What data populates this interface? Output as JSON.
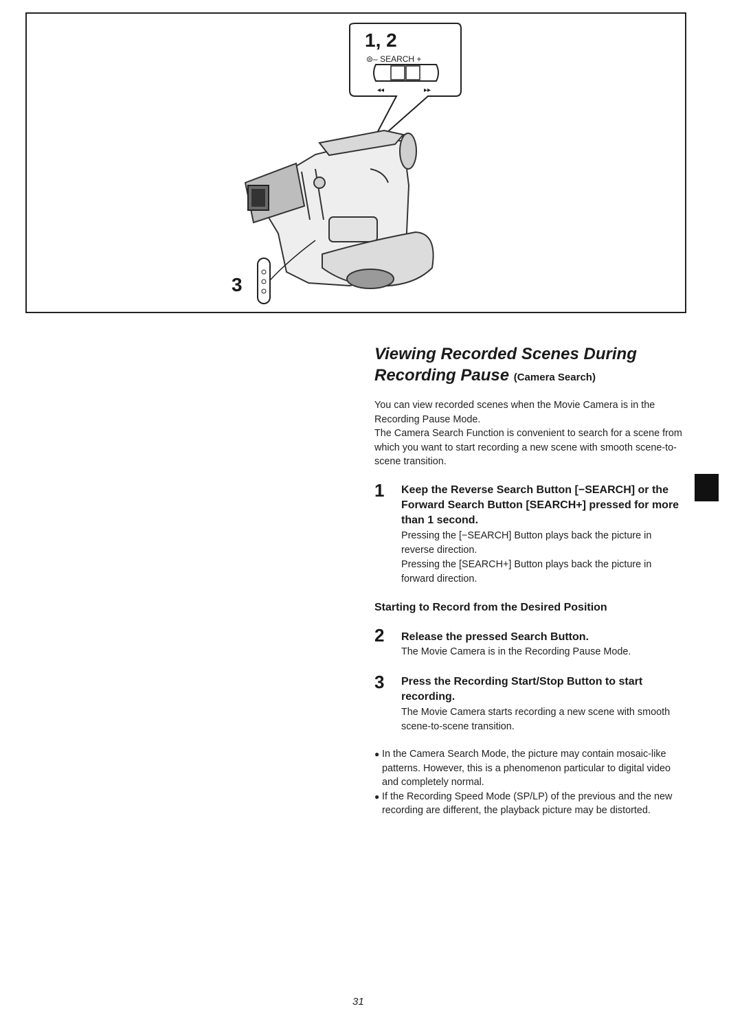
{
  "figure": {
    "callout_label": "1, 2",
    "search_label": "⊜– SEARCH +",
    "rewind_glyph": "◂◂",
    "forward_glyph": "▸▸",
    "button_label": "3"
  },
  "section": {
    "title_line1": "Viewing Recorded Scenes During",
    "title_line2": "Recording Pause",
    "title_suffix": "(Camera Search)",
    "intro_p1": "You can view recorded scenes when the Movie Camera is in the Recording Pause Mode.",
    "intro_p2": "The Camera Search Function is convenient to search for a scene from which you want to start recording a new scene with smooth scene-to-scene transition."
  },
  "steps": [
    {
      "num": "1",
      "heading": "Keep the Reverse Search Button [−SEARCH] or the Forward Search Button [SEARCH+] pressed for more than 1 second.",
      "body1": "Pressing the [−SEARCH] Button plays back the picture in reverse direction.",
      "body2": "Pressing the [SEARCH+] Button plays back the picture in forward direction."
    },
    {
      "num": "2",
      "heading": "Release the pressed Search Button.",
      "body1": "The Movie Camera is in the Recording Pause Mode."
    },
    {
      "num": "3",
      "heading": "Press the Recording Start/Stop Button to start recording.",
      "body1": "The Movie Camera starts recording a new scene with smooth scene-to-scene transition."
    }
  ],
  "subheading": "Starting to Record from the Desired Position",
  "notes": [
    "In the Camera Search Mode, the picture may contain mosaic-like patterns. However, this is a phenomenon particular to digital video and completely normal.",
    "If the Recording Speed Mode (SP/LP) of the previous and the new recording are different, the playback picture may be distorted."
  ],
  "bullet_glyph": "●",
  "page_number": "31"
}
